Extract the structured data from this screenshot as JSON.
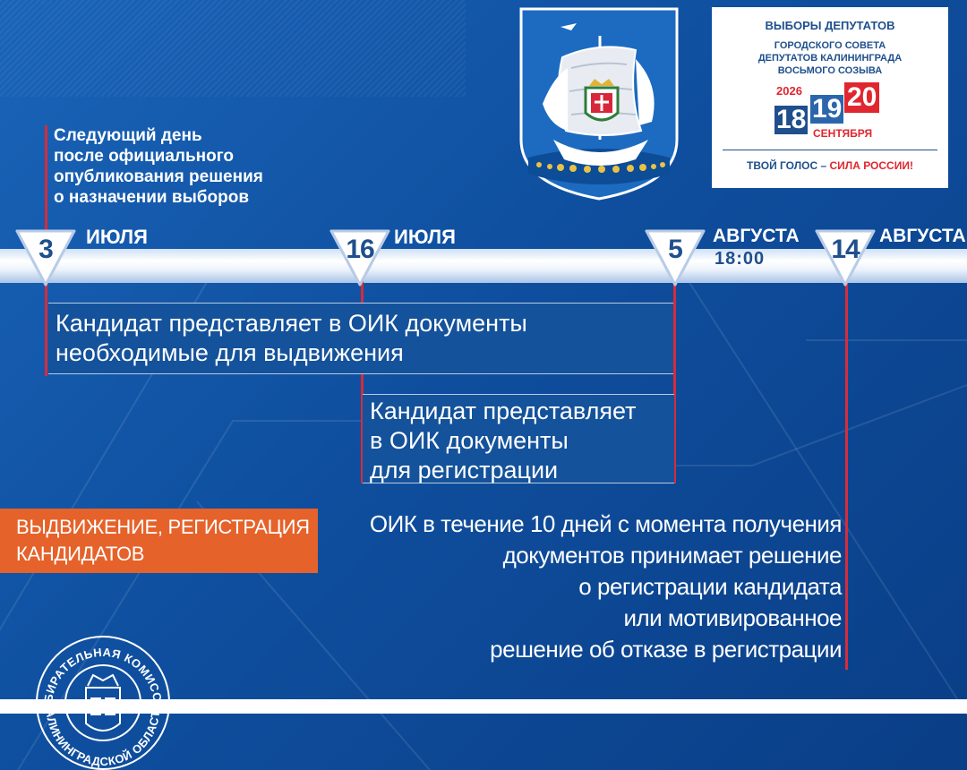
{
  "note": {
    "lines": [
      "Следующий день",
      "после официального",
      "опубликования решения",
      "о назначении выборов"
    ]
  },
  "markers": [
    {
      "day": "3",
      "month": "ИЮЛЯ"
    },
    {
      "day": "16",
      "month": "ИЮЛЯ"
    },
    {
      "day": "5",
      "month": "АВГУСТА",
      "time": "18:00"
    },
    {
      "day": "14",
      "month": "АВГУСТА"
    }
  ],
  "boxes": {
    "nomination": {
      "lines": [
        "Кандидат представляет в ОИК документы",
        "необходимые для выдвижения"
      ]
    },
    "registration": {
      "lines": [
        "Кандидат представляет",
        "в ОИК документы",
        "для регистрации"
      ]
    }
  },
  "section_label": {
    "lines": [
      "ВЫДВИЖЕНИЕ, РЕГИСТРАЦИЯ",
      "КАНДИДАТОВ"
    ]
  },
  "decision": {
    "lines": [
      "ОИК в течение 10 дней с момента получения",
      "документов принимает решение",
      "о регистрации кандидата",
      "или мотивированное",
      "решение об отказе в регистрации"
    ]
  },
  "banner": {
    "title": "ВЫБОРЫ ДЕПУТАТОВ",
    "subtitle": [
      "ГОРОДСКОГО СОВЕТА",
      "ДЕПУТАТОВ КАЛИНИНГРАДА",
      "ВОСЬМОГО СОЗЫВА"
    ],
    "year": "2026",
    "days": [
      "18",
      "19",
      "20"
    ],
    "month": "СЕНТЯБРЯ",
    "slogan_part1": "ТВОЙ ГОЛОС – ",
    "slogan_part2": "СИЛА РОССИИ!"
  },
  "seal": {
    "top_text": "ИЗБИРАТЕЛЬНАЯ КОМИССИЯ",
    "bottom_text": "КАЛИНИНГРАДСКОЙ ОБЛАСТИ"
  },
  "colors": {
    "background": "#0f4f9f",
    "accent_red": "#d82b3a",
    "label_orange": "#e5622a",
    "marker_text": "#1f4f8d"
  },
  "icons": {
    "emblem": "kaliningrad-coat-of-arms-ship-icon",
    "seal": "election-commission-seal-icon"
  }
}
